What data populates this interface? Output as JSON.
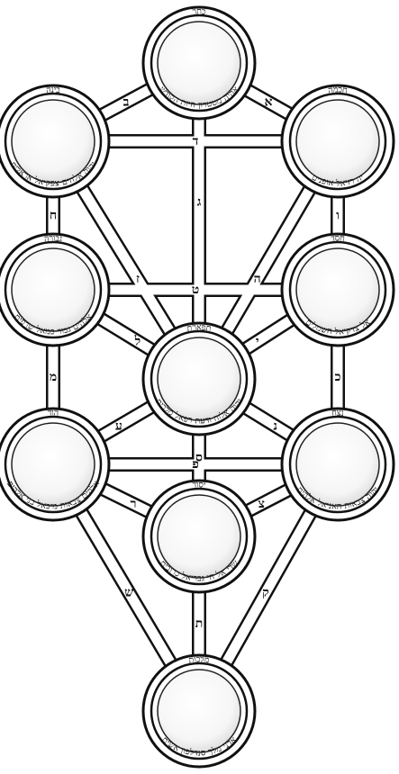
{
  "sefirot": [
    {
      "id": "keter",
      "name": "כתר",
      "lower": "אהיה מטטרון חיות הקודש"
    },
    {
      "id": "chokmah",
      "name": "חכמה",
      "lower": "יה רזיאל אופנים"
    },
    {
      "id": "binah",
      "name": "בינה",
      "lower": "יהוה אלהים צפקיאל אראלים"
    },
    {
      "id": "chesed",
      "name": "חסד",
      "lower": "אל צדקיאל חשמלים"
    },
    {
      "id": "gevurah",
      "name": "גבורה",
      "lower": "אלהים גבור כמאל שרפים"
    },
    {
      "id": "tiferet",
      "name": "תפארת",
      "lower": "יהוה אלוה ודעת רפאל מלכים"
    },
    {
      "id": "netzach",
      "name": "נצח",
      "lower": "יהוה צבאות האניאל אלהים"
    },
    {
      "id": "hod",
      "name": "הוד",
      "lower": "אלהים צבאות מיכאל בני אלהים"
    },
    {
      "id": "yesod",
      "name": "יסוד",
      "lower": "שדי אל חי גבריאל כרובים"
    },
    {
      "id": "malkuth",
      "name": "מלכות",
      "lower": "אדני מלך סנדלפון אשים"
    }
  ],
  "paths": [
    {
      "letter": "א"
    },
    {
      "letter": "ב"
    },
    {
      "letter": "ג"
    },
    {
      "letter": "ד"
    },
    {
      "letter": "ה"
    },
    {
      "letter": "ו"
    },
    {
      "letter": "ז"
    },
    {
      "letter": "ח"
    },
    {
      "letter": "ט"
    },
    {
      "letter": "י"
    },
    {
      "letter": "כ"
    },
    {
      "letter": "ל"
    },
    {
      "letter": "מ"
    },
    {
      "letter": "נ"
    },
    {
      "letter": "ס"
    },
    {
      "letter": "ע"
    },
    {
      "letter": "פ"
    },
    {
      "letter": "צ"
    },
    {
      "letter": "ק"
    },
    {
      "letter": "ר"
    },
    {
      "letter": "ש"
    },
    {
      "letter": "ת"
    }
  ]
}
